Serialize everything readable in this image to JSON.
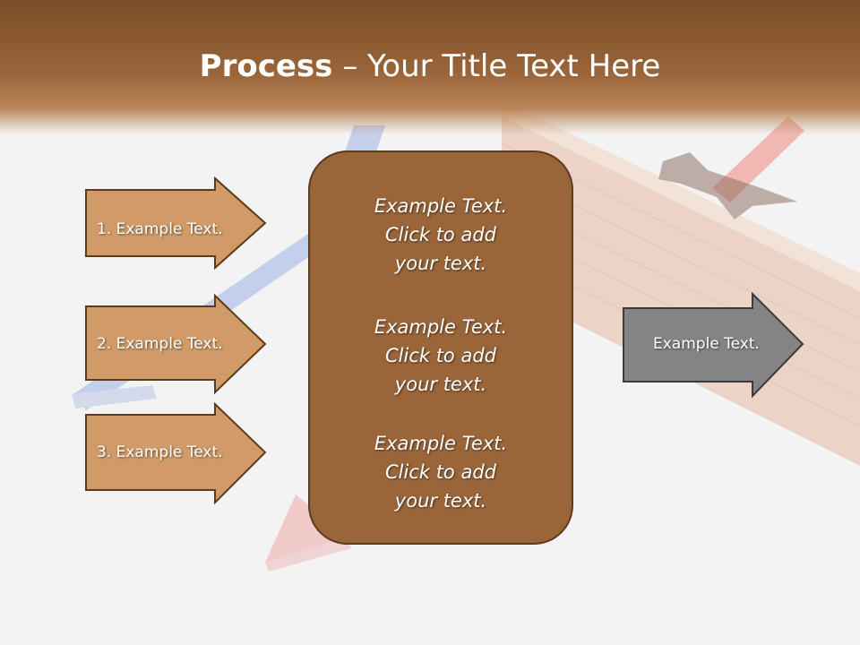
{
  "slide": {
    "title_bold": "Process",
    "title_sep": " – ",
    "title_rest": "Your Title Text Here"
  },
  "left_arrows": [
    {
      "label": "1. Example Text."
    },
    {
      "label": "2. Example Text."
    },
    {
      "label": "3. Example Text."
    }
  ],
  "center_box": {
    "blocks": [
      {
        "lines": [
          "Example Text.",
          "Click  to add",
          "your text."
        ]
      },
      {
        "lines": [
          "Example Text.",
          "Click  to add",
          "your text."
        ]
      },
      {
        "lines": [
          "Example Text.",
          "Click  to add",
          "your text."
        ]
      }
    ]
  },
  "right_arrow": {
    "label": "Example Text."
  },
  "colors": {
    "title_bar": "#8b5a30",
    "arrow_fill": "#d09b68",
    "arrow_stroke": "#5e3a1c",
    "center_fill": "#996539",
    "right_arrow_fill": "#848484",
    "text": "#ffffff"
  }
}
